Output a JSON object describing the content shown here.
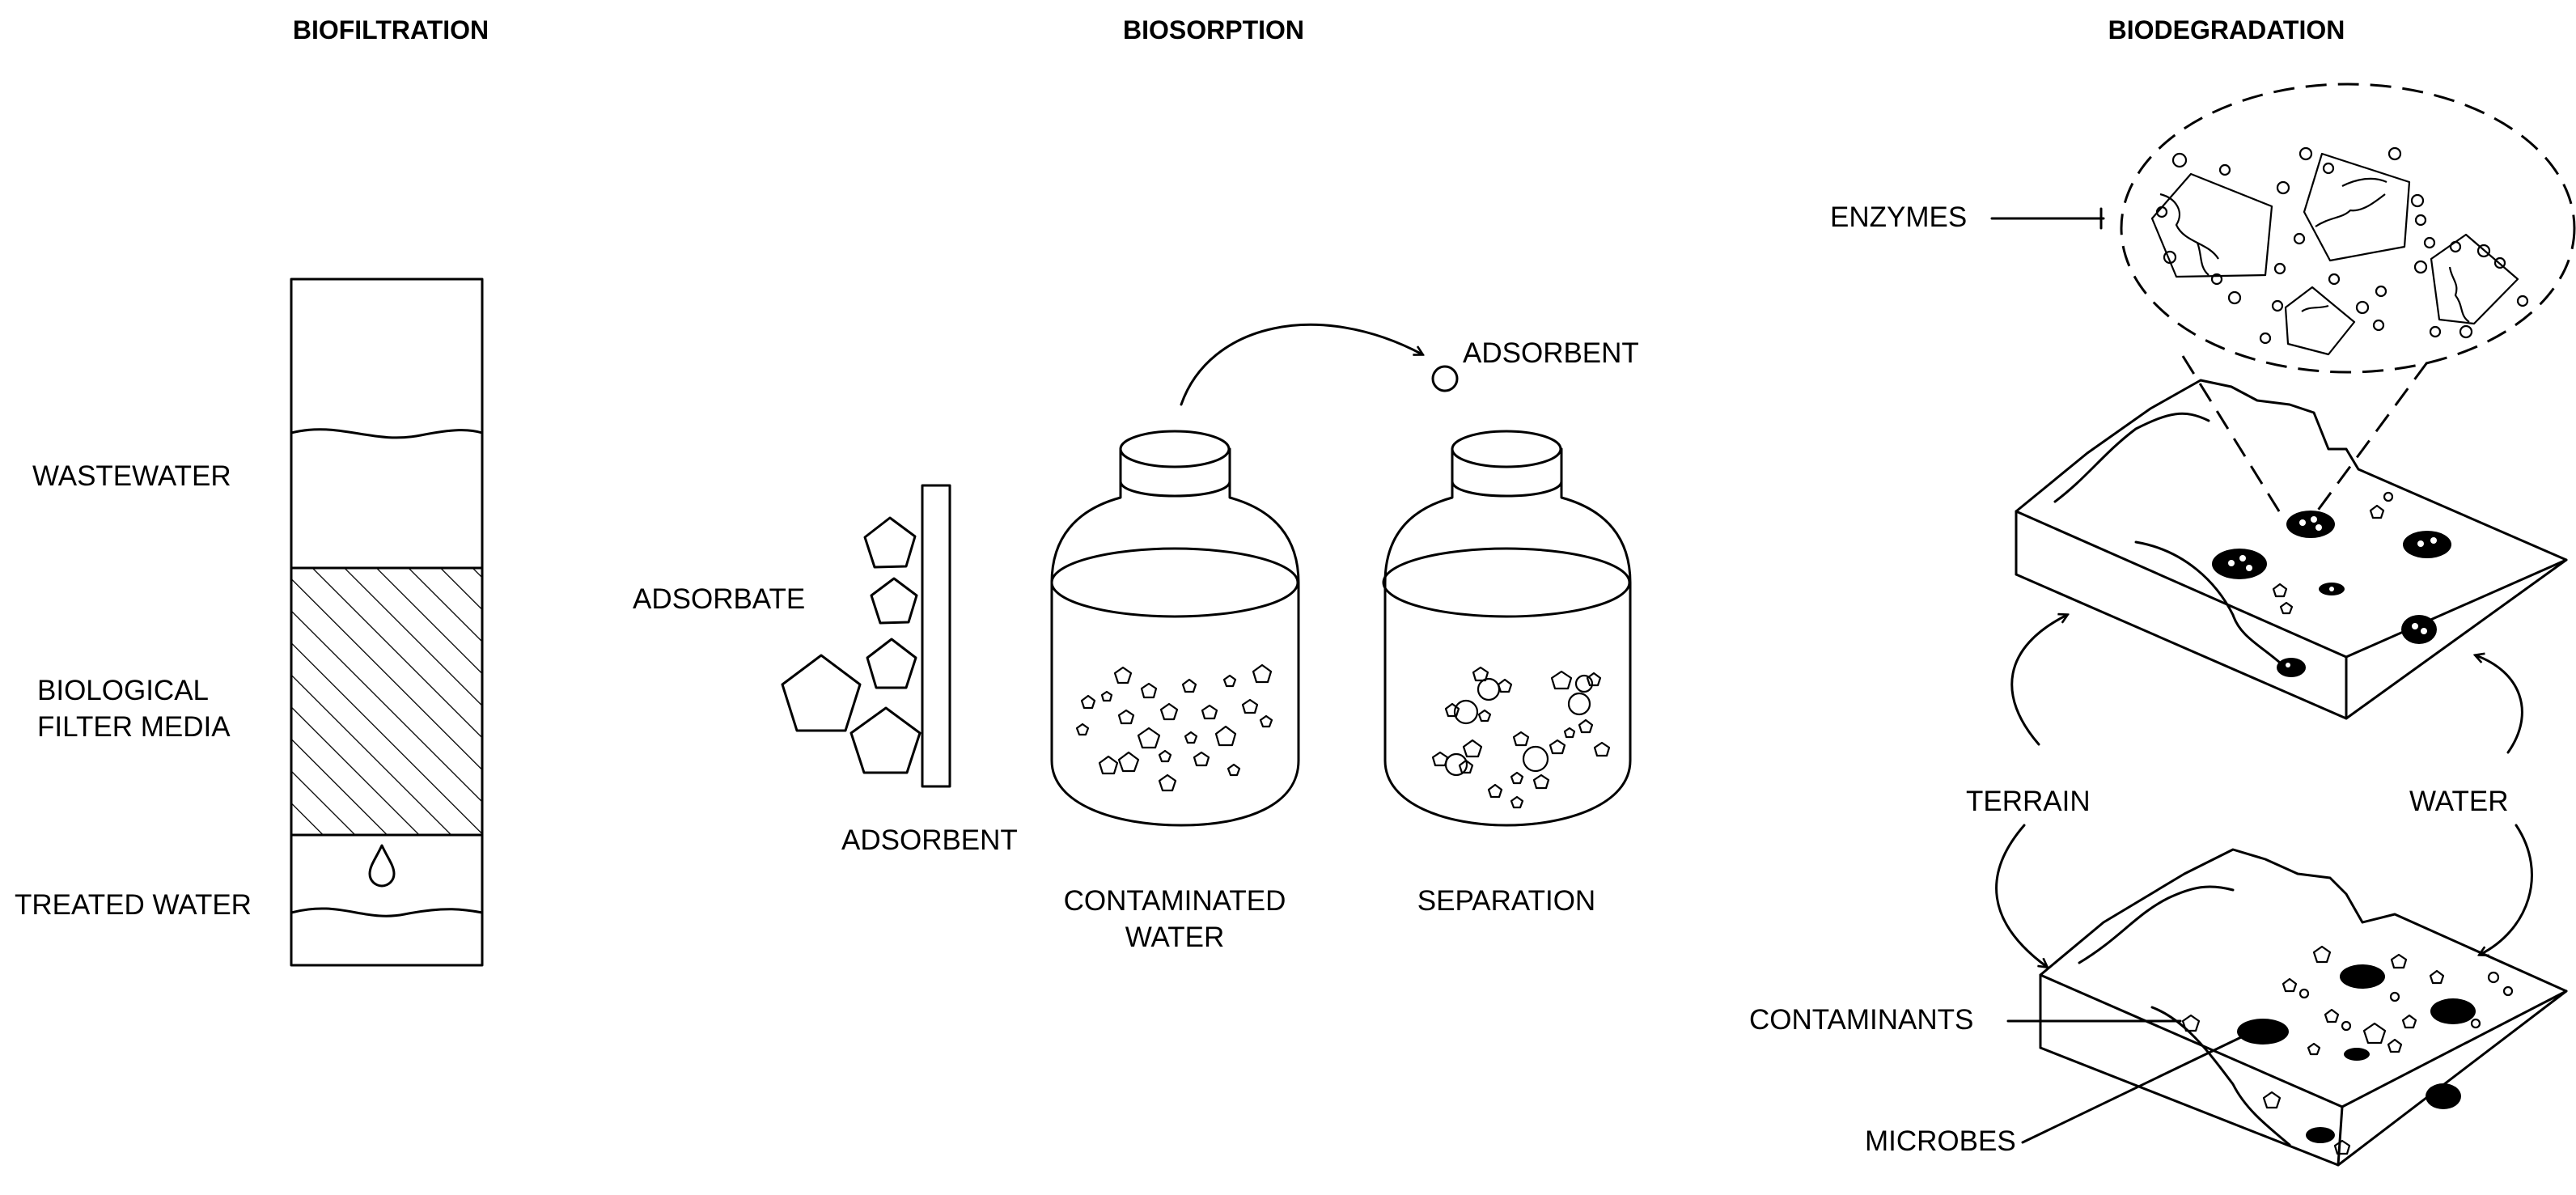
{
  "sections": {
    "biofiltration": "BIOFILTRATION",
    "biosorption": "BIOSORPTION",
    "biodegradation": "BIODEGRADATION"
  },
  "biofiltration": {
    "wastewater": "WASTEWATER",
    "filter_media_line1": "BIOLOGICAL",
    "filter_media_line2": "FILTER MEDIA",
    "treated_water": "TREATED WATER"
  },
  "biosorption": {
    "adsorbate": "ADSORBATE",
    "adsorbent_plate": "ADSORBENT",
    "adsorbent_particle": "ADSORBENT",
    "contaminated_line1": "CONTAMINATED",
    "contaminated_line2": "WATER",
    "separation": "SEPARATION"
  },
  "biodegradation": {
    "enzymes": "ENZYMES",
    "terrain": "TERRAIN",
    "water": "WATER",
    "contaminants": "CONTAMINANTS",
    "microbes": "MICROBES"
  },
  "colors": {
    "ink": "#000000",
    "paper": "#ffffff"
  }
}
